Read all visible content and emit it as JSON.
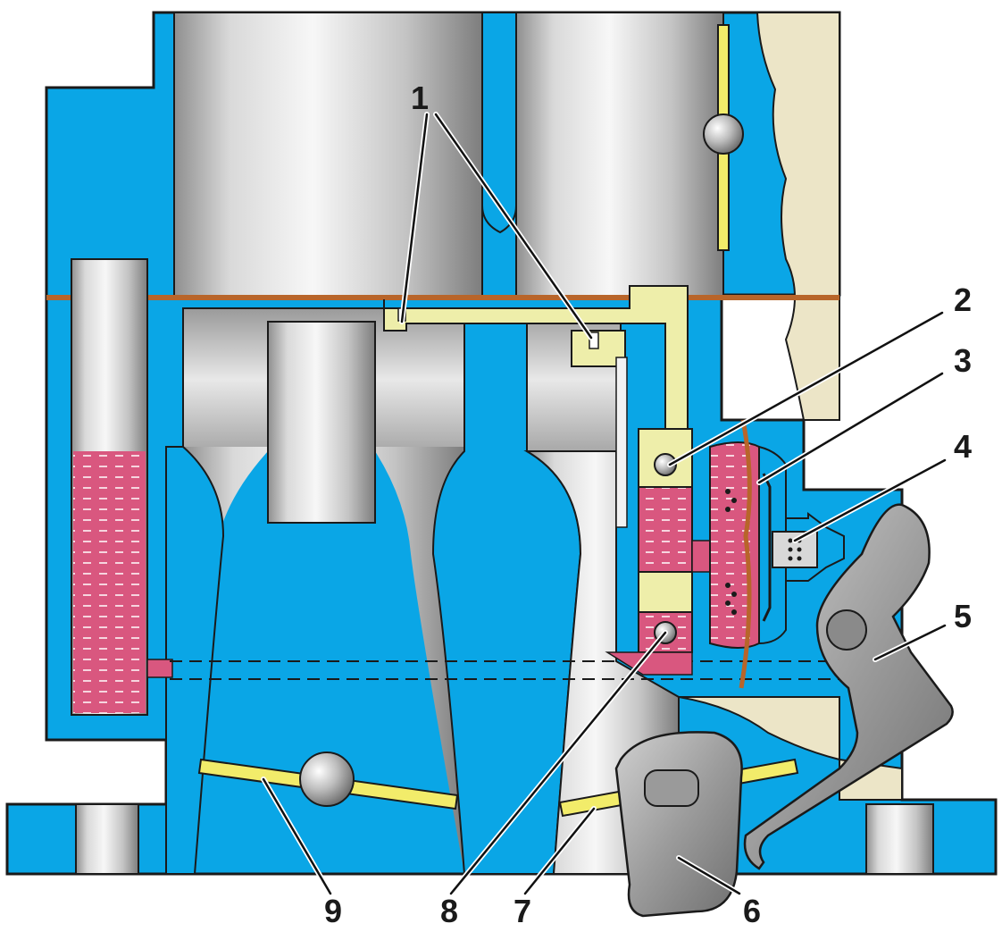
{
  "diagram": {
    "callouts": [
      {
        "id": "1",
        "label": "1"
      },
      {
        "id": "2",
        "label": "2"
      },
      {
        "id": "3",
        "label": "3"
      },
      {
        "id": "4",
        "label": "4"
      },
      {
        "id": "5",
        "label": "5"
      },
      {
        "id": "6",
        "label": "6"
      },
      {
        "id": "7",
        "label": "7"
      },
      {
        "id": "8",
        "label": "8"
      },
      {
        "id": "9",
        "label": "9"
      }
    ],
    "colors": {
      "body_blue": "#0aa6e6",
      "outline": "#1a1a1a",
      "bore_light": "#f2f2f2",
      "bore_dark": "#8c8c8c",
      "fuel_pink": "#d9577f",
      "air_yellow": "#eeeeaa",
      "throttle_yellow": "#f2ec6a",
      "gasket_brown": "#b8652a",
      "lever_gray": "#9a9a9a",
      "cutaway_beige": "#ece5c7"
    }
  }
}
